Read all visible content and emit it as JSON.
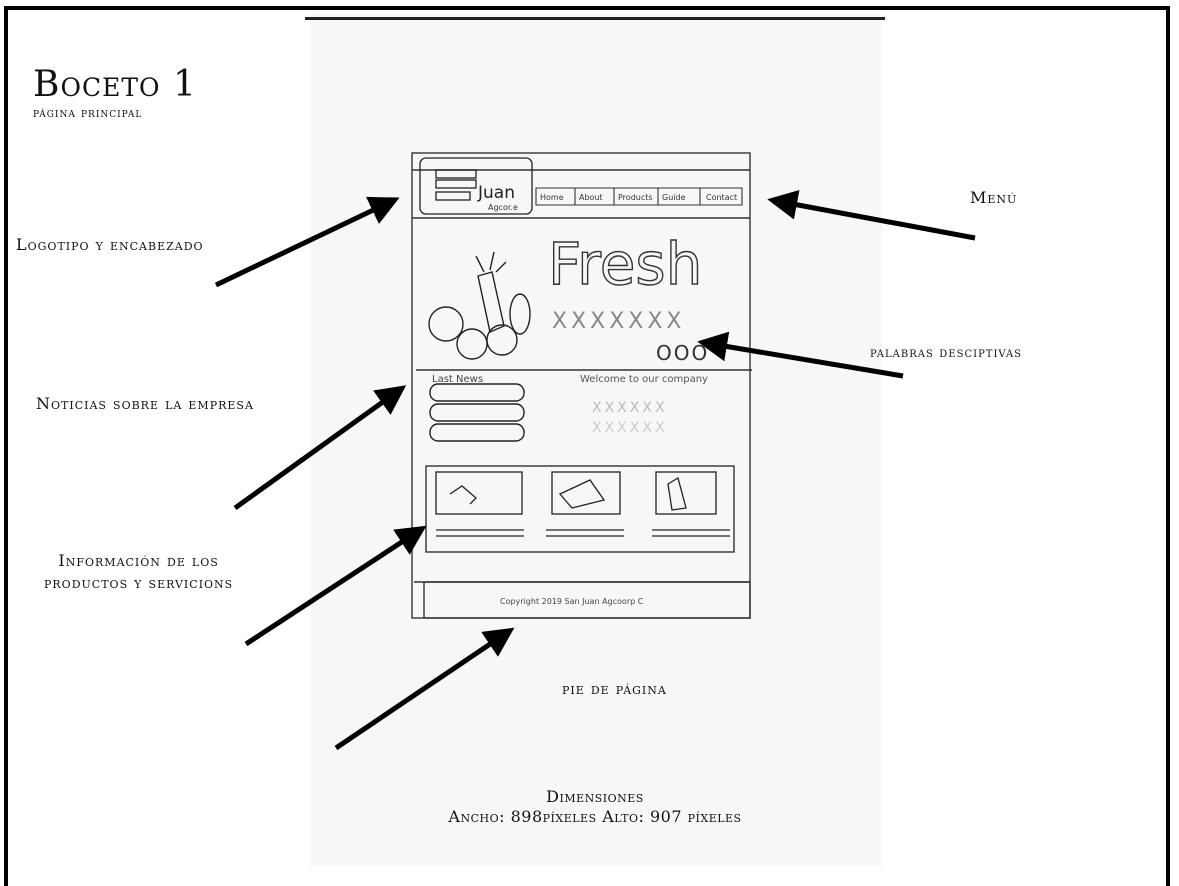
{
  "title": "Boceto 1",
  "subtitle": "página principal",
  "labels": {
    "menu": "Menú",
    "logo_header": "Logotipo y encabezado",
    "descriptive_words": "palabras desciptivas",
    "news": "Noticias sobre la empresa",
    "products_line1": "Información de los",
    "products_line2": "productos y servicions",
    "footer": "pie de página"
  },
  "dimensions": {
    "title": "Dimensiones",
    "values": "Ancho: 898píxeles Alto: 907 píxeles"
  },
  "sketch": {
    "logo_text": "Juan",
    "logo_small": "Agcor.e",
    "menu_items": [
      "Home",
      "About",
      "Products",
      "Guide",
      "Contact"
    ],
    "hero_text": "Fresh",
    "hero_marks": "XXXXXXX",
    "hero_dots": "OOO",
    "news_title": "Last News",
    "news_heading": "Welcome to our company",
    "copyright": "Copyright 2019    San Juan Agcoorp C"
  }
}
